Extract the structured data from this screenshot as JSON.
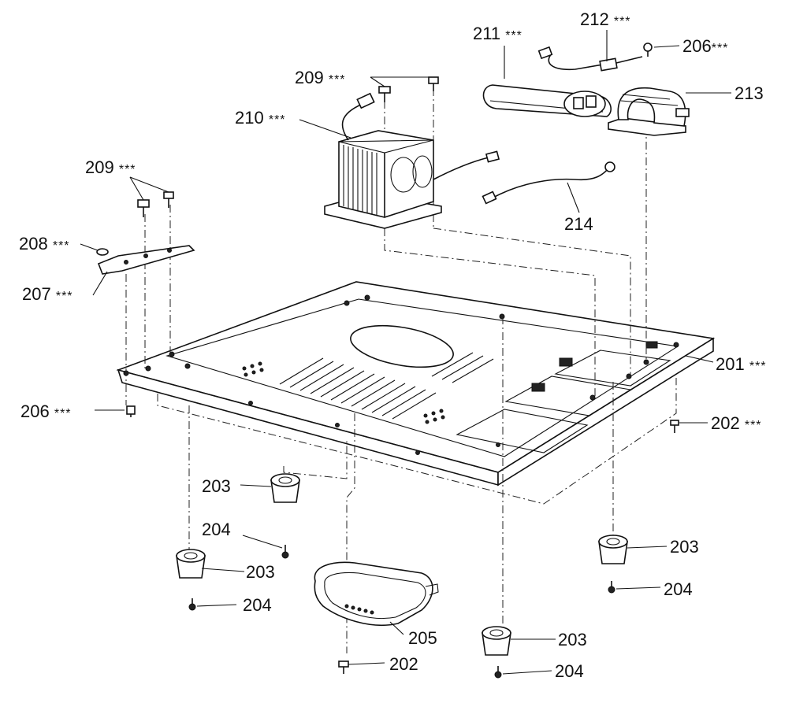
{
  "parts": [
    {
      "number": "201",
      "stars": "***"
    },
    {
      "number": "202",
      "stars": "***"
    },
    {
      "number": "202",
      "stars": ""
    },
    {
      "number": "203",
      "stars": ""
    },
    {
      "number": "203",
      "stars": ""
    },
    {
      "number": "203",
      "stars": ""
    },
    {
      "number": "203",
      "stars": ""
    },
    {
      "number": "204",
      "stars": ""
    },
    {
      "number": "204",
      "stars": ""
    },
    {
      "number": "204",
      "stars": ""
    },
    {
      "number": "204",
      "stars": ""
    },
    {
      "number": "205",
      "stars": ""
    },
    {
      "number": "206",
      "stars": "***"
    },
    {
      "number": "206",
      "stars": "***"
    },
    {
      "number": "207",
      "stars": "***"
    },
    {
      "number": "208",
      "stars": "***"
    },
    {
      "number": "209",
      "stars": "***"
    },
    {
      "number": "209",
      "stars": "***"
    },
    {
      "number": "210",
      "stars": "***"
    },
    {
      "number": "211",
      "stars": "***"
    },
    {
      "number": "212",
      "stars": "***"
    },
    {
      "number": "213",
      "stars": ""
    },
    {
      "number": "214",
      "stars": ""
    }
  ]
}
